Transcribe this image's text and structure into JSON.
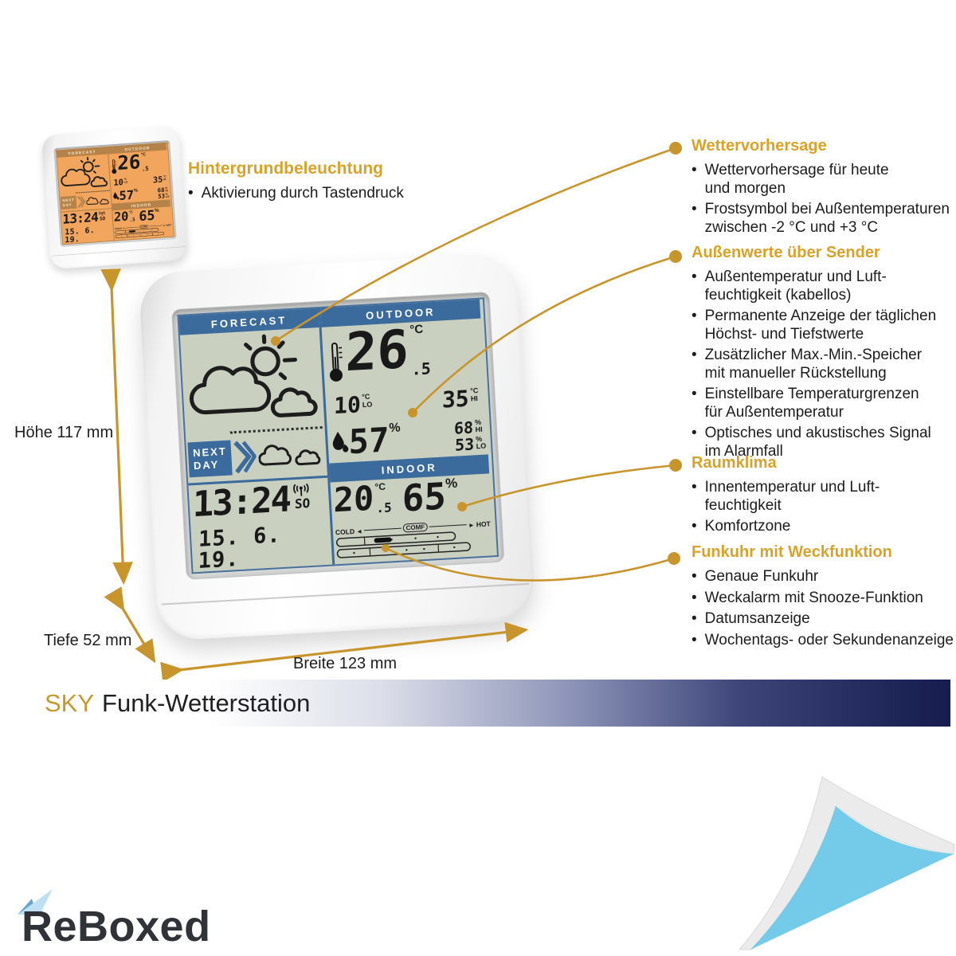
{
  "title": {
    "brand": "SKY",
    "name": "Funk-Wetterstation"
  },
  "logo": {
    "text": "ReBoxed"
  },
  "backlight": {
    "title": "Hintergrundbeleuchtung",
    "bullet": "Aktivierung durch Tastendruck"
  },
  "dimensions": {
    "height_label": "Höhe 117 mm",
    "depth_label": "Tiefe 52 mm",
    "width_label": "Breite 123 mm"
  },
  "annotations": [
    {
      "title": "Wettervorhersage",
      "bullets": [
        "Wettervorhersage für heute\nund morgen",
        "Frostsymbol bei Außentemperaturen\nzwischen -2 °C und +3 °C"
      ]
    },
    {
      "title": "Außenwerte über Sender",
      "bullets": [
        "Außentemperatur und Luft-\nfeuchtigkeit (kabellos)",
        "Permanente Anzeige der täglichen\nHöchst- und Tiefstwerte",
        "Zusätzlicher Max.-Min.-Speicher\nmit manueller Rückstellung",
        "Einstellbare Temperaturgrenzen\nfür Außentemperatur",
        "Optisches und akustisches Signal\nim Alarmfall"
      ]
    },
    {
      "title": "Raumklima",
      "bullets": [
        "Innentemperatur und Luft-\nfeuchtigkeit",
        "Komfortzone"
      ]
    },
    {
      "title": "Funkuhr mit Weckfunktion",
      "bullets": [
        "Genaue Funkuhr",
        "Weckalarm mit Snooze-Funktion",
        "Datumsanzeige",
        "Wochentags- oder Sekundenanzeige"
      ]
    }
  ],
  "lcd": {
    "forecast_label": "FORECAST",
    "outdoor_label": "OUTDOOR",
    "indoor_label": "INDOOR",
    "next_day_line1": "NEXT",
    "next_day_line2": "DAY",
    "outdoor_temp": "26",
    "outdoor_temp_decimal": ".5",
    "temp_unit": "°C",
    "outdoor_low": "10",
    "low_label": "LO",
    "outdoor_high": "35",
    "high_label": "HI",
    "outdoor_humidity": "57",
    "percent": "%",
    "humidity_high": "68",
    "humidity_low": "53",
    "time": "13:24",
    "weekday": "SO",
    "date": "15. 6. 19.",
    "indoor_temp_int": "20",
    "indoor_temp_decimal": ".5",
    "indoor_humidity": "65",
    "comfort_cold": "COLD",
    "comfort_mid": "COMF",
    "comfort_hot": "HOT"
  },
  "colors": {
    "accent_gold": "#C8952C",
    "header_gold": "#D9A228",
    "lcd_blue": "#3A6B9C",
    "backlight_orange": "#F2A55C",
    "curl_blue": "#74CBE9",
    "bar_navy": "#1B2254"
  }
}
